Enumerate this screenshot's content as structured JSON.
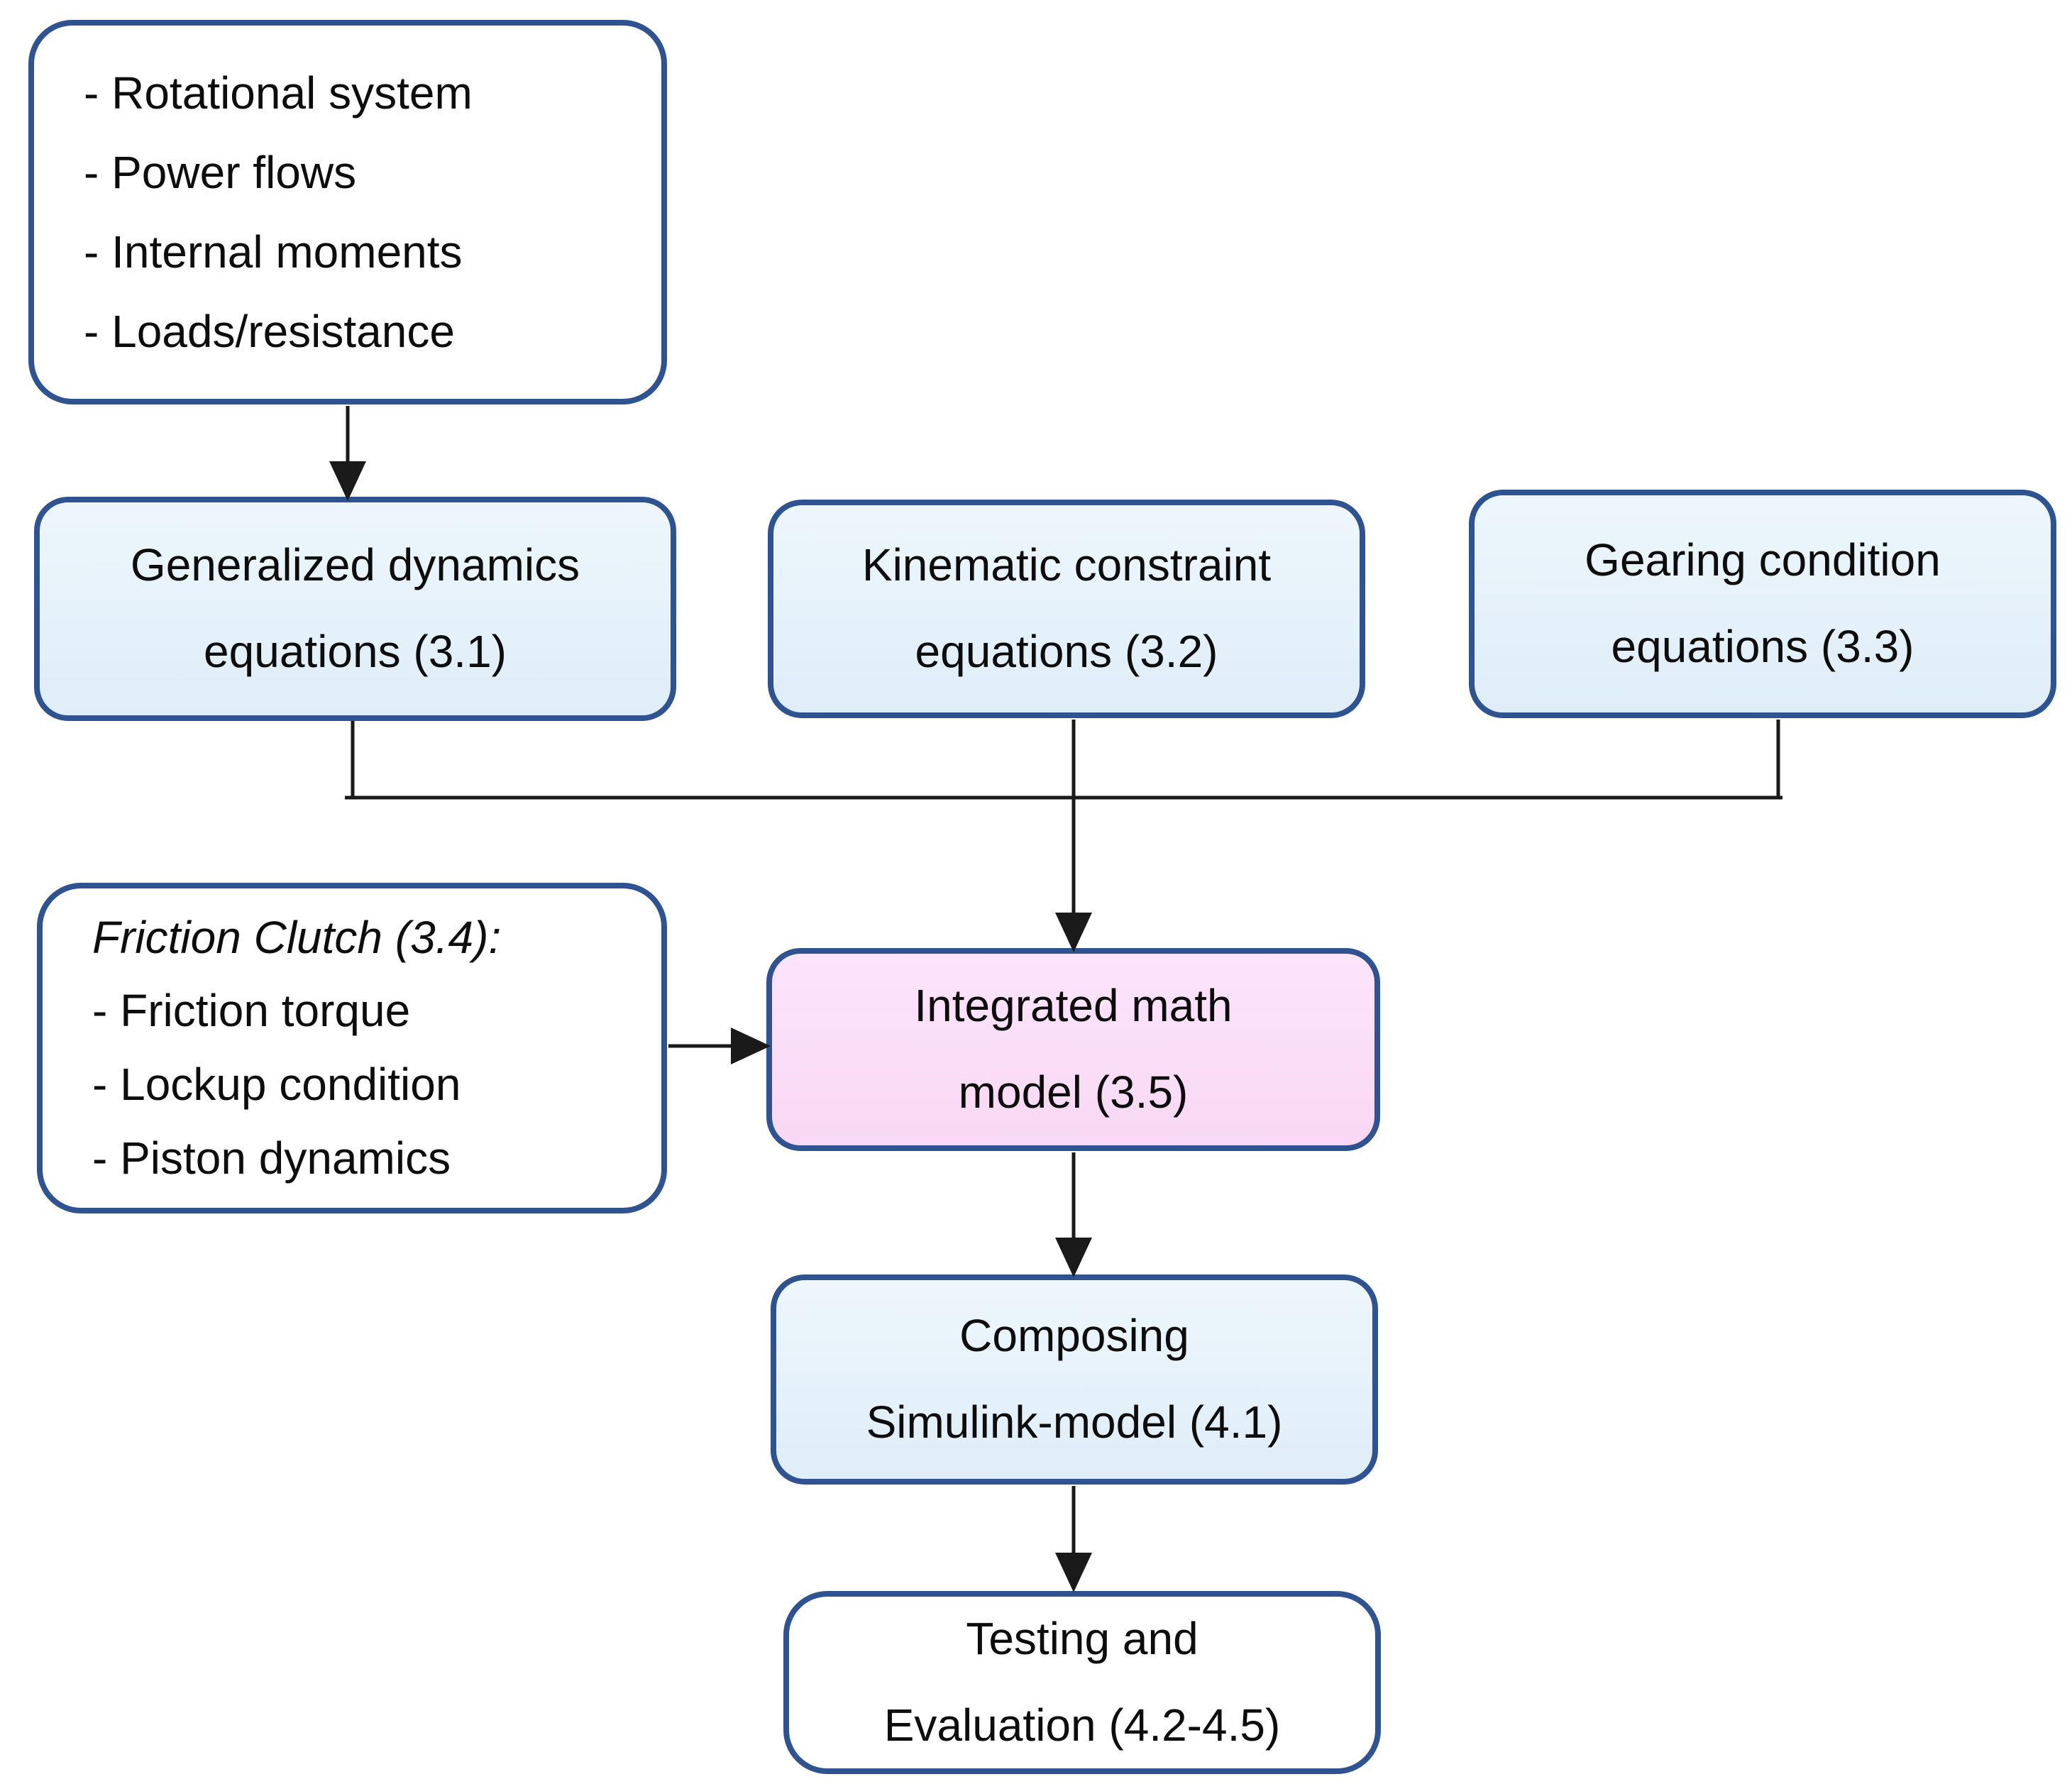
{
  "colors": {
    "border_blue": "#2F5391",
    "box_blue_fill": "#E6F1FA",
    "box_pink_fill": "#FADCF7",
    "box_white_fill": "#FFFFFF",
    "connector_black": "#1A1A1A",
    "text": "#0D0D0D"
  },
  "boxes": {
    "inputs": {
      "lines": [
        "- Rotational system",
        "- Power flows",
        "- Internal moments",
        "- Loads/resistance"
      ]
    },
    "generalized_dynamics": {
      "lines": [
        "Generalized dynamics",
        "equations (3.1)"
      ]
    },
    "kinematic_constraint": {
      "lines": [
        "Kinematic constraint",
        "equations (3.2)"
      ]
    },
    "gearing_condition": {
      "lines": [
        "Gearing condition",
        "equations (3.3)"
      ]
    },
    "friction_clutch": {
      "title": "Friction Clutch (3.4):",
      "items": [
        "- Friction torque",
        "- Lockup condition",
        "- Piston dynamics"
      ]
    },
    "integrated_math": {
      "lines": [
        "Integrated math",
        "model (3.5)"
      ]
    },
    "composing_simulink": {
      "lines": [
        "Composing",
        "Simulink-model (4.1)"
      ]
    },
    "testing_evaluation": {
      "lines": [
        "Testing and",
        "Evaluation (4.2-4.5)"
      ]
    }
  }
}
